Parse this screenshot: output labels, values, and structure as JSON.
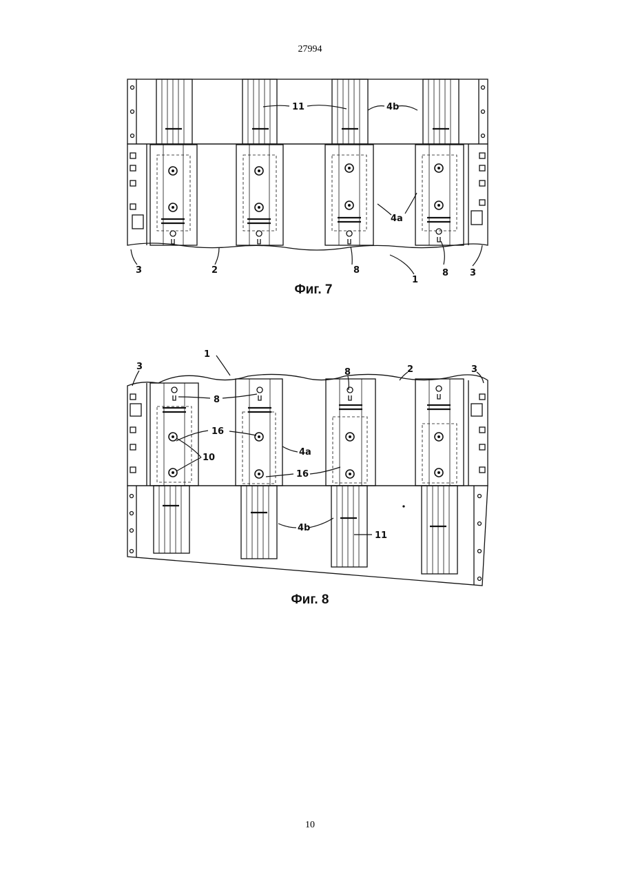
{
  "header": {
    "document_number": "27994"
  },
  "footer": {
    "page_number": "10"
  },
  "figures": [
    {
      "caption": "Фиг. 7",
      "labels": {
        "l11": "11",
        "l4b": "4b",
        "l4a": "4a",
        "l3a": "3",
        "l2": "2",
        "l8a": "8",
        "l1": "1",
        "l8b": "8",
        "l3b": "3"
      }
    },
    {
      "caption": "Фиг. 8",
      "labels": {
        "l1": "1",
        "l3a": "3",
        "l8a": "8",
        "l2": "2",
        "l3b": "3",
        "l8b": "8",
        "l16a": "16",
        "l10": "10",
        "l4a": "4a",
        "l16b": "16",
        "l4b": "4b",
        "l11": "11"
      }
    }
  ]
}
